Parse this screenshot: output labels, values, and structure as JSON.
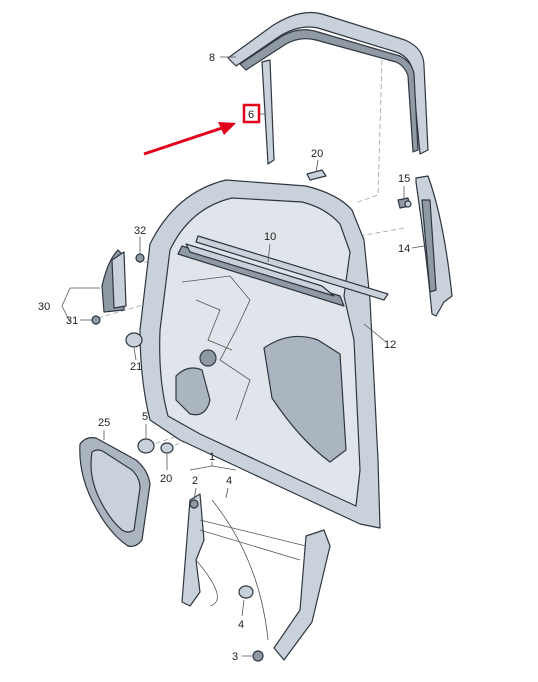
{
  "labels": {
    "p8": "8",
    "p6": "6",
    "p20a": "20",
    "p15": "15",
    "p14": "14",
    "p10": "10",
    "p32": "32",
    "p30": "30",
    "p31": "31",
    "p12": "12",
    "p21": "21",
    "p25": "25",
    "p5": "5",
    "p20b": "20",
    "p1": "1",
    "p2": "2",
    "p4a": "4",
    "p4b": "4",
    "p3": "3"
  },
  "colors": {
    "part_fill": "#c9d2da",
    "part_dark": "#8f9aa5",
    "outline": "#2f3640",
    "highlight": "#e0001a"
  },
  "highlighted_label": "p6"
}
